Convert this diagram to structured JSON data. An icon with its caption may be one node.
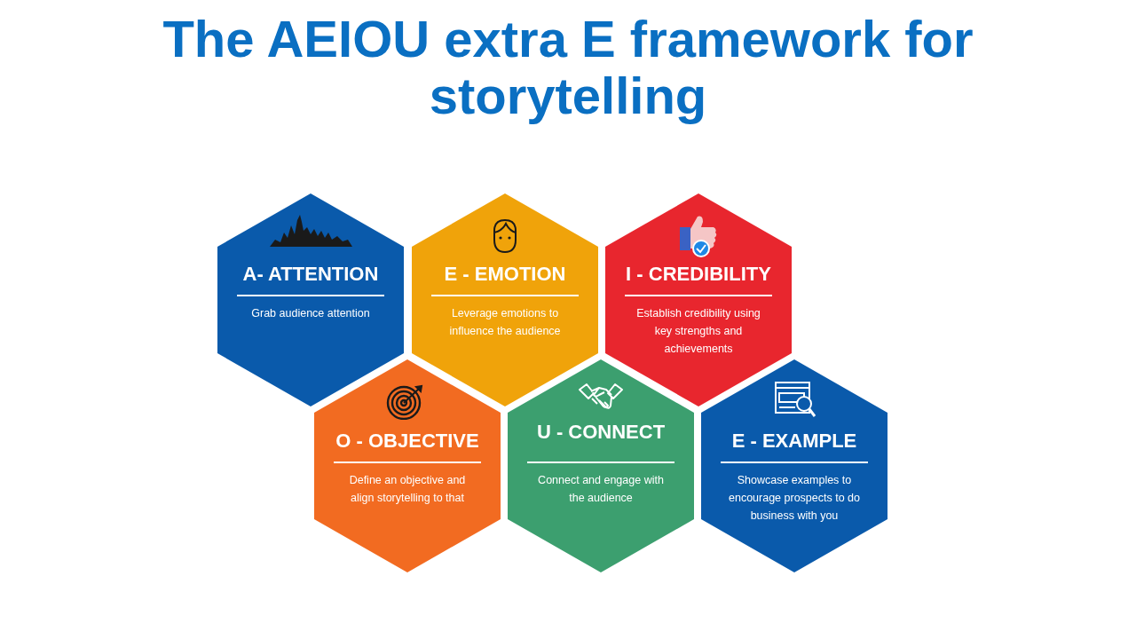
{
  "diagram": {
    "title": "The AEIOU extra E framework for storytelling",
    "nodes": [
      {
        "text": [
          "A- ATTENTION",
          "Grab audience  attention"
        ]
      },
      {
        "text": [
          "E - EMOTION",
          "Leverage emotions to influence the audience"
        ]
      },
      {
        "text": [
          "I - CREDIBILITY",
          "Establish credibility using key strengths and achievements"
        ]
      },
      {
        "text": [
          "O - OBJECTIVE",
          "Define an objective and align storytelling to that"
        ]
      },
      {
        "text": [
          "U - CONNECT",
          "Connect and engage with the audience"
        ]
      },
      {
        "text": [
          "E - EXAMPLE",
          "Showcase examples to encourage prospects to do business with you"
        ]
      }
    ]
  }
}
